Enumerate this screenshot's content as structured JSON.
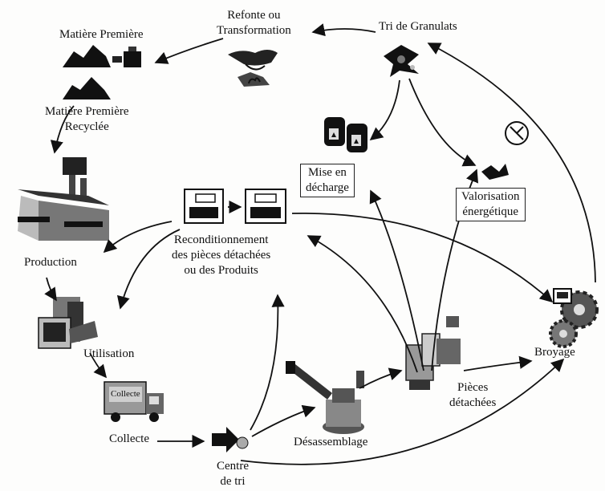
{
  "labels": {
    "matiere_premiere": "Matière Première",
    "matiere_premiere_recyclee_1": "Matière Première",
    "matiere_premiere_recyclee_2": "Recyclée",
    "refonte_1": "Refonte ou",
    "refonte_2": "Transformation",
    "tri_granulats": "Tri de Granulats",
    "mise_en_decharge_1": "Mise en",
    "mise_en_decharge_2": "décharge",
    "valorisation_1": "Valorisation",
    "valorisation_2": "énergétique",
    "production": "Production",
    "recond_1": "Reconditionnement",
    "recond_2": "des pièces détachées",
    "recond_3": "ou des Produits",
    "utilisation": "Utilisation",
    "collecte": "Collecte",
    "truck_sign": "Collecte",
    "centre_tri_1": "Centre",
    "centre_tri_2": "de tri",
    "desassemblage": "Désassemblage",
    "pieces_detachees_1": "Pièces",
    "pieces_detachees_2": "détachées",
    "broyage": "Broyage"
  },
  "colors": {
    "ink": "#111111",
    "grey_dark": "#333333",
    "grey_mid": "#777777",
    "grey_light": "#bbbbbb",
    "paper": "#fdfdfc"
  }
}
